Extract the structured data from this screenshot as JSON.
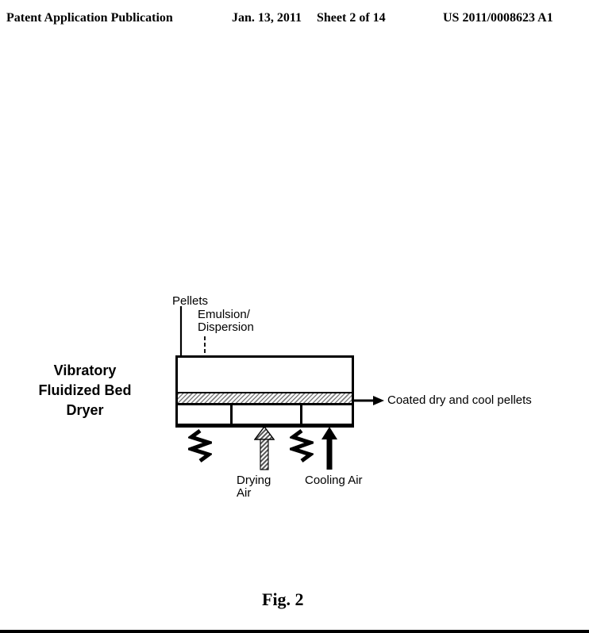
{
  "header": {
    "publication": "Patent Application Publication",
    "date": "Jan. 13, 2011",
    "sheet": "Sheet 2 of 14",
    "patent_number": "US 2011/0008623 A1"
  },
  "diagram": {
    "pellets_label": "Pellets",
    "emulsion_label_line1": "Emulsion/",
    "emulsion_label_line2": "Dispersion",
    "dryer_label_line1": "Vibratory",
    "dryer_label_line2": "Fluidized Bed",
    "dryer_label_line3": "Dryer",
    "output_label": "Coated dry and cool pellets",
    "drying_air_label_line1": "Drying",
    "drying_air_label_line2": "Air",
    "cooling_air_label": "Cooling Air"
  },
  "figure": {
    "caption": "Fig. 2"
  },
  "colors": {
    "ink": "#000000",
    "hatch_gray": "#808080",
    "background": "#ffffff"
  }
}
